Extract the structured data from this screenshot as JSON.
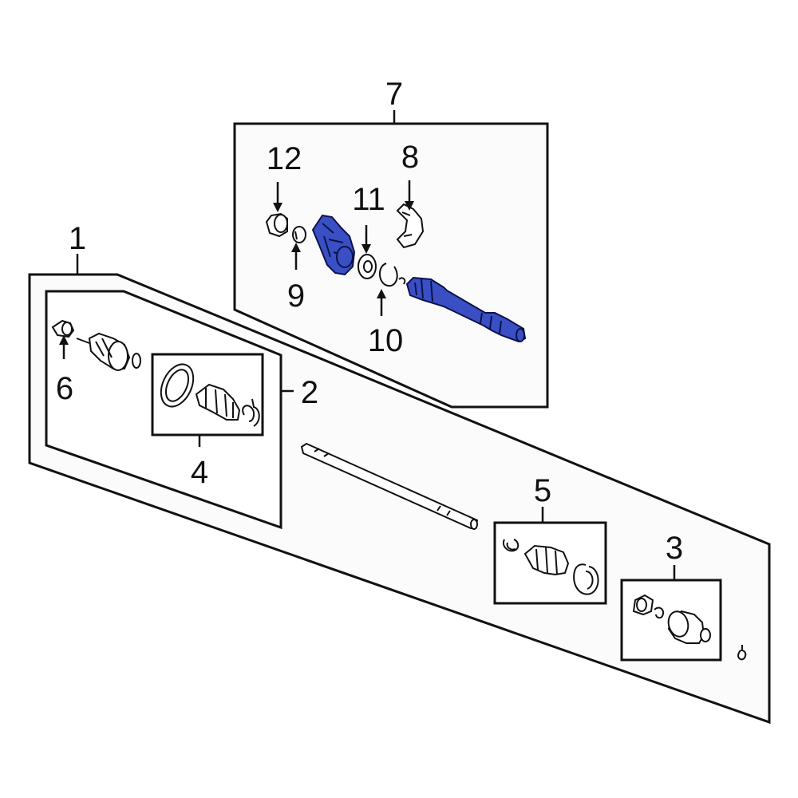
{
  "callouts": {
    "c1": "1",
    "c2": "2",
    "c3": "3",
    "c4": "4",
    "c5": "5",
    "c6": "6",
    "c7": "7",
    "c8": "8",
    "c9": "9",
    "c10": "10",
    "c11": "11",
    "c12": "12"
  },
  "colors": {
    "highlight": "#3a4fc4",
    "line": "#111111"
  }
}
